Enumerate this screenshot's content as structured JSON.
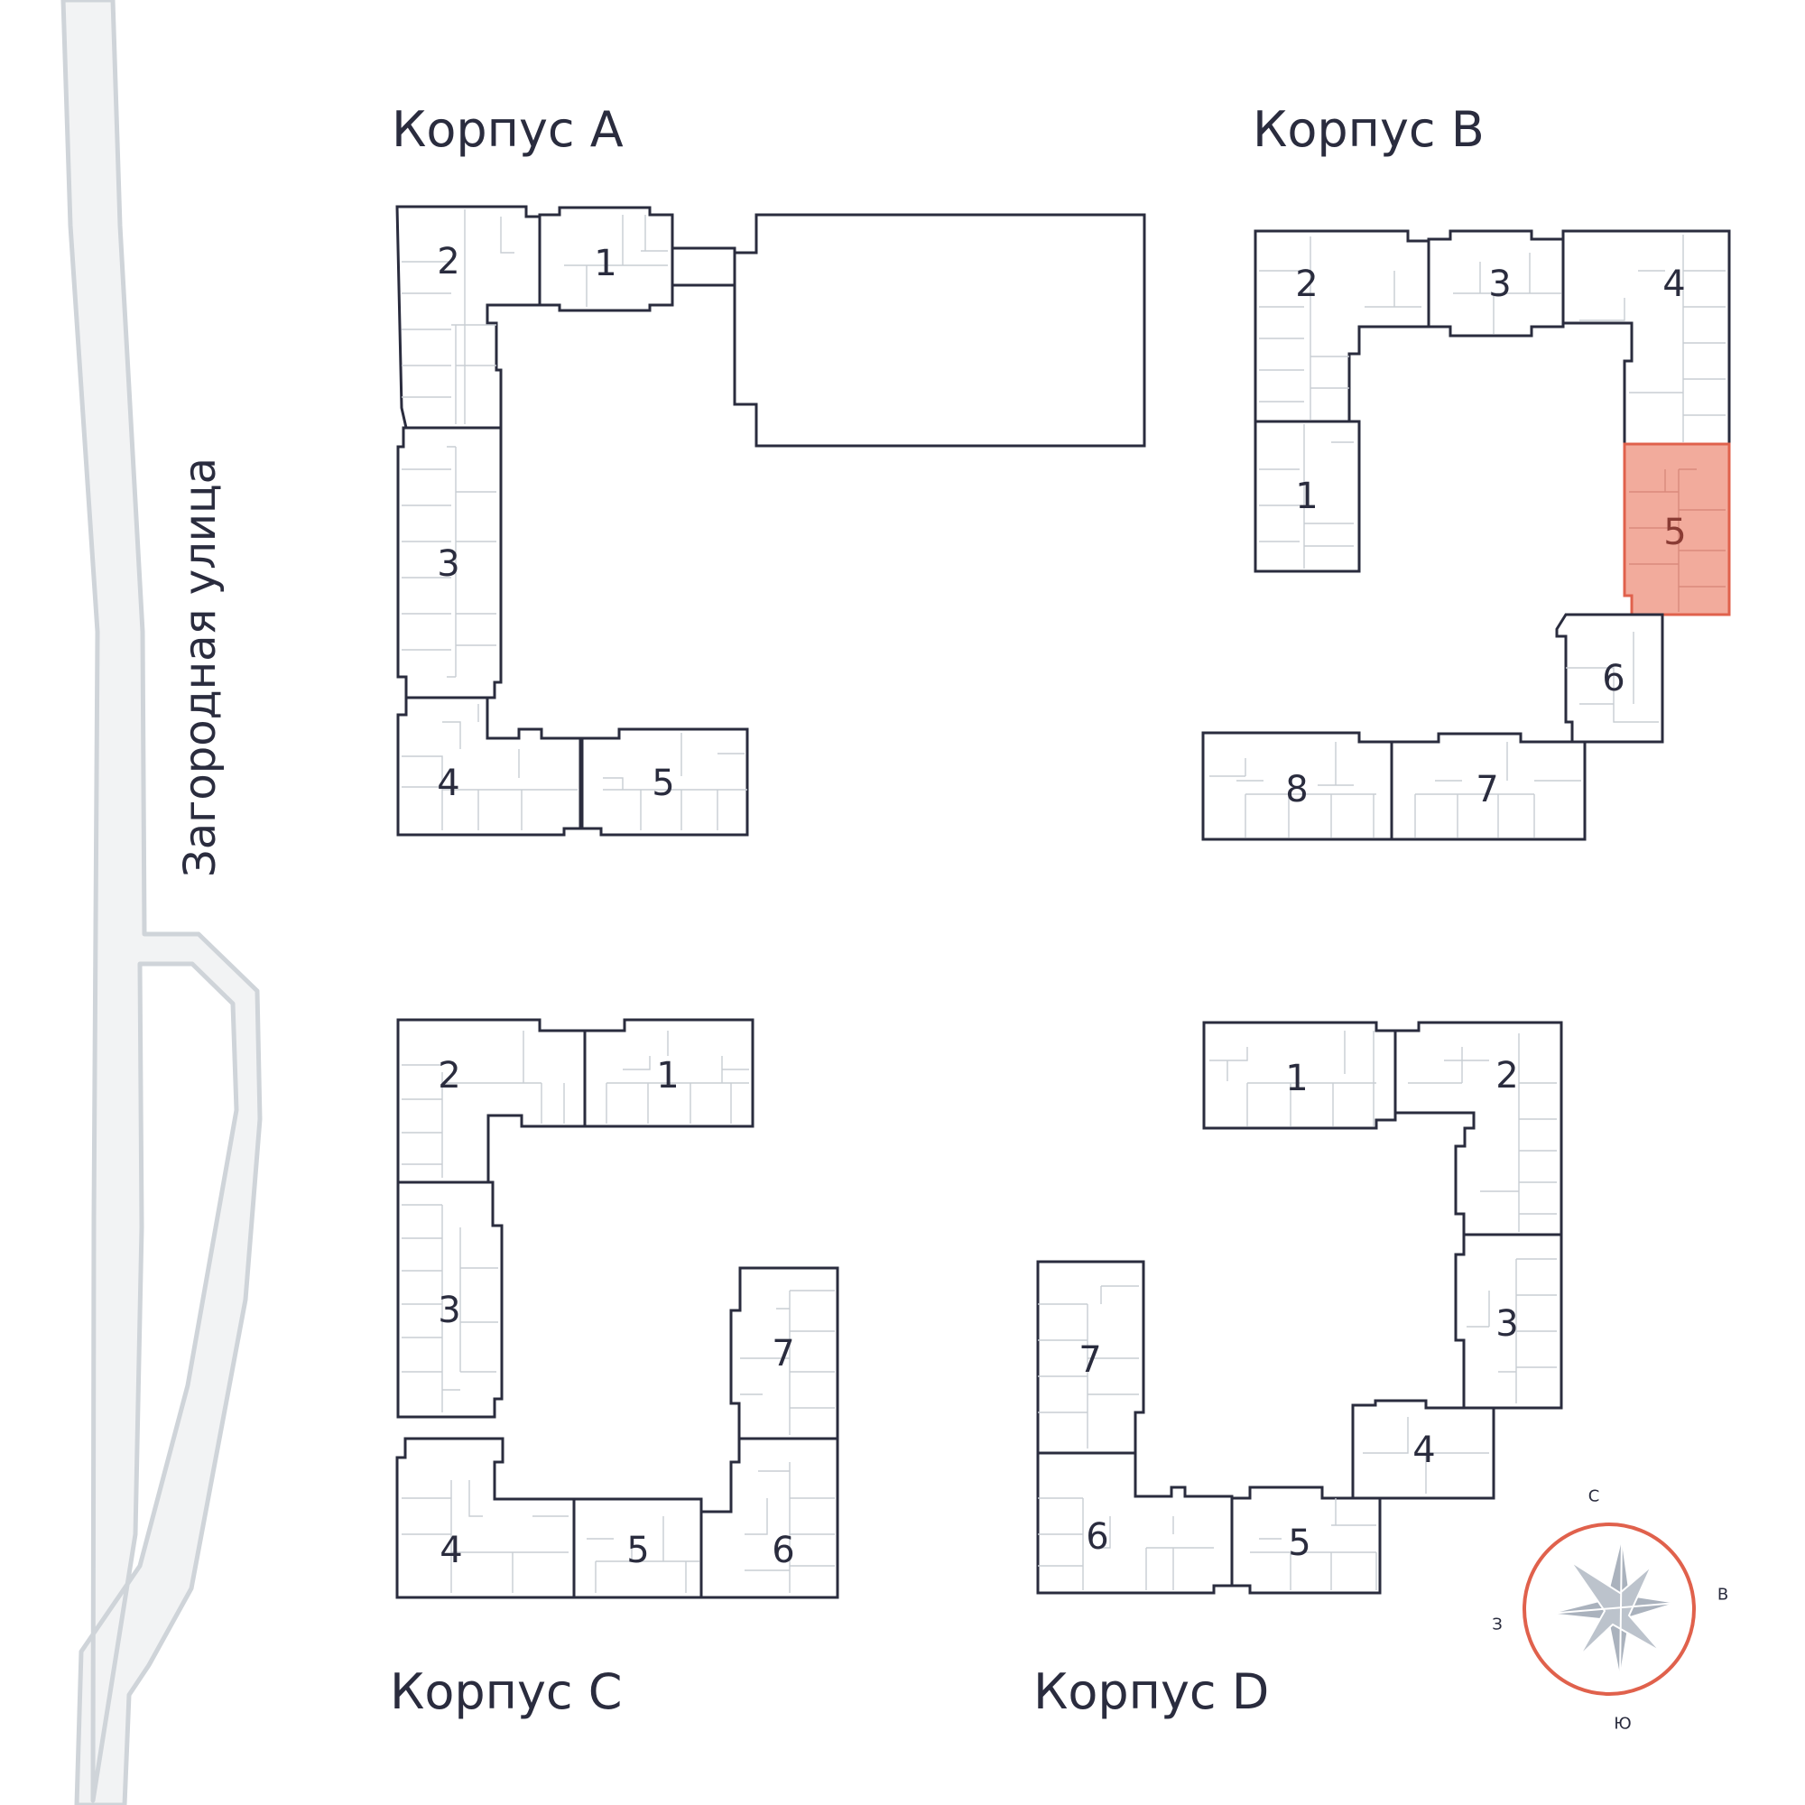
{
  "street": {
    "name": "Загородная улица"
  },
  "corpus_labels": {
    "a": "Корпус A",
    "b": "Корпус B",
    "c": "Корпус C",
    "d": "Корпус D"
  },
  "sections": {
    "a": [
      "1",
      "2",
      "3",
      "4",
      "5"
    ],
    "b": [
      "1",
      "2",
      "3",
      "4",
      "5",
      "6",
      "7",
      "8"
    ],
    "c": [
      "1",
      "2",
      "3",
      "4",
      "5",
      "6",
      "7"
    ],
    "d": [
      "1",
      "2",
      "3",
      "4",
      "5",
      "6",
      "7"
    ]
  },
  "selected": {
    "corpus": "B",
    "section": "5"
  },
  "colors": {
    "selected_fill": "#f2ab9c",
    "outline": "#2a2c3e",
    "compass_ring": "#e0614c",
    "road": "#f2f3f4"
  },
  "compass": {
    "north": "С",
    "east": "В",
    "south": "Ю",
    "west": "З"
  }
}
